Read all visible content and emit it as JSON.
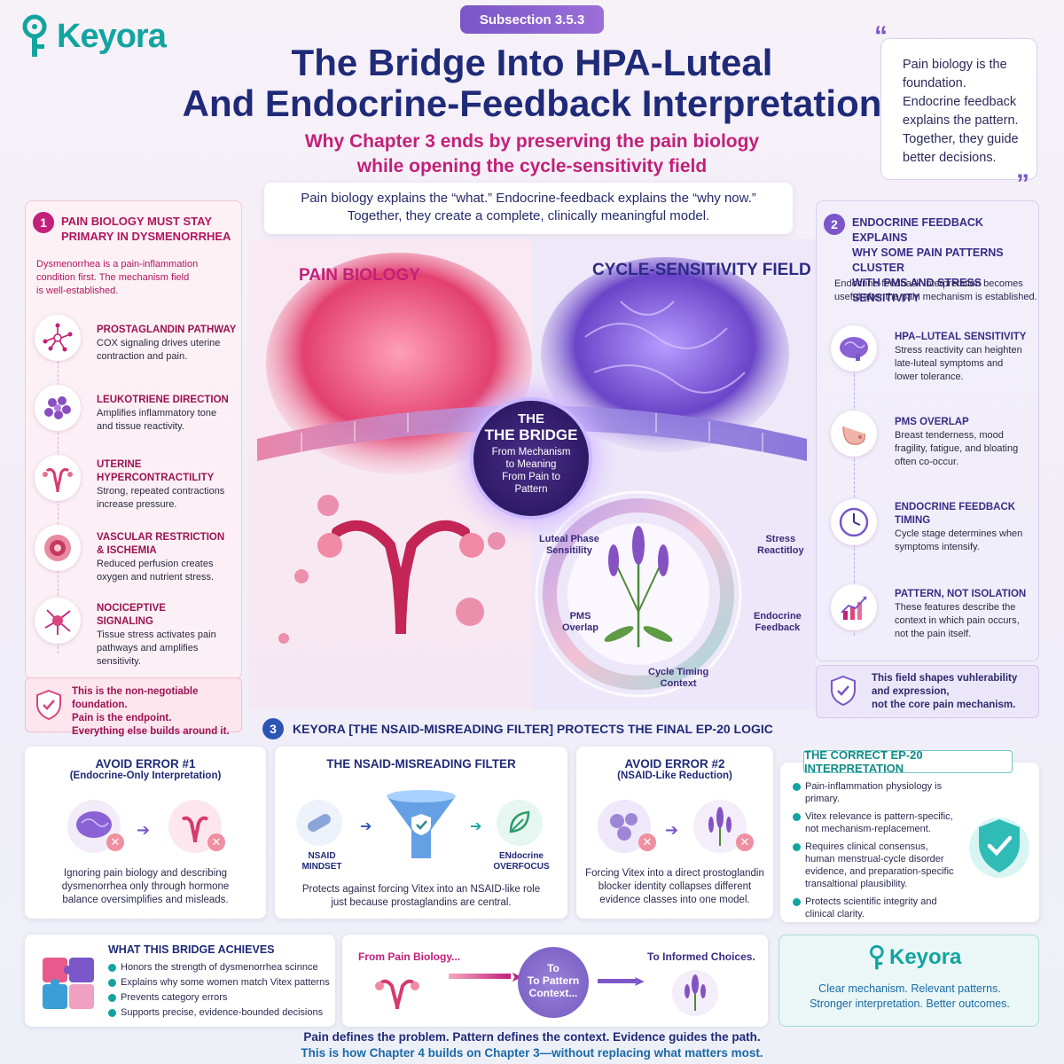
{
  "brand": {
    "name": "Keyora",
    "teal": "#12a4a0",
    "magenta": "#c2207a",
    "navy": "#1f2a78",
    "purple": "#7a56c8"
  },
  "header": {
    "subsection": "Subsection 3.5.3",
    "title_line1": "The Bridge Into HPA-Luteal",
    "title_line2": "And Endocrine-Feedback Interpretation",
    "subtitle_line1": "Why Chapter 3 ends by preserving the pain biology",
    "subtitle_line2": "while opening the cycle-sensitivity field",
    "intro_line1": "Pain biology explains the “what.” Endocrine-feedback explains the “why now.”",
    "intro_line2": "Together, they create a complete, clinically meaningful model."
  },
  "quote": {
    "lines": [
      "Pain biology is the",
      "foundation.",
      "Endocrine feedback",
      "explains the pattern.",
      "Together, they guide",
      "better decisions."
    ]
  },
  "left_panel": {
    "number": "1",
    "heading_line1": "PAIN BIOLOGY MUST STAY",
    "heading_line2": "PRIMARY IN DYSMENORRHEA",
    "desc_lines": [
      "Dysmenorrhea is a pain-inflammation",
      "condition first. The mechanism field",
      "is well-established."
    ],
    "items": [
      {
        "icon": "prostaglandin-icon",
        "title": "PROSTAGLANDIN PATHWAY",
        "title2": "",
        "text1": "COX signaling drives uterine",
        "text2": "contraction and pain.",
        "text3": ""
      },
      {
        "icon": "leukotriene-icon",
        "title": "LEUKOTRIENE DIRECTION",
        "title2": "",
        "text1": "Amplifies inflammatory tone",
        "text2": "and tissue reactivity.",
        "text3": ""
      },
      {
        "icon": "uterus-icon",
        "title": "UTERINE",
        "title2": "HYPERCONTRACTILITY",
        "text1": "Strong, repeated contractions",
        "text2": "increase pressure.",
        "text3": ""
      },
      {
        "icon": "vessel-icon",
        "title": "VASCULAR RESTRICTION",
        "title2": "& ISCHEMIA",
        "text1": "Reduced perfusion creates",
        "text2": "oxygen and nutrient stress.",
        "text3": ""
      },
      {
        "icon": "neuron-icon",
        "title": "NOCICEPTIVE",
        "title2": "SIGNALING",
        "text1": "Tissue stress activates pain",
        "text2": "pathways and amplifies",
        "text3": "sensitivity."
      }
    ],
    "foot_lines": [
      "This is the non-negotiable foundation.",
      "Pain is the endpoint.",
      "Everything else builds around it."
    ]
  },
  "right_panel": {
    "number": "2",
    "heading_line1": "ENDOCRINE FEEDBACK EXPLAINS",
    "heading_line2": "WHY SOME PAIN PATTERNS CLUSTER",
    "heading_line3": "WITH PMS AND STRESS SENSITIVITY",
    "desc_lines": [
      "Endocrine-feedback interpretation becomes",
      "useful after the pain mechanism is established."
    ],
    "items": [
      {
        "icon": "brain-icon",
        "title": "HPA–LUTEAL SENSITIVITY",
        "title2": "",
        "text1": "Stress reactivity can heighten",
        "text2": "late-luteal symptoms and",
        "text3": "lower tolerance."
      },
      {
        "icon": "breast-icon",
        "title": "PMS OVERLAP",
        "title2": "",
        "text1": "Breast tenderness, mood",
        "text2": "fragility, fatigue, and bloating",
        "text3": "often co-occur."
      },
      {
        "icon": "clock-icon",
        "title": "ENDOCRINE FEEDBACK",
        "title2": "TIMING",
        "text1": "Cycle stage determines when",
        "text2": "symptoms intensify.",
        "text3": ""
      },
      {
        "icon": "chart-icon",
        "title": "PATTERN, NOT ISOLATION",
        "title2": "",
        "text1": "These features describe the",
        "text2": "context in which pain occurs,",
        "text3": "not the pain itself."
      }
    ],
    "foot_lines": [
      "This field shapes vuhlerability",
      "and expression,",
      "not the core pain mechanism."
    ]
  },
  "center": {
    "pain_title": "PAIN BIOLOGY",
    "cycle_title": "CYCLE-SENSITIVITY FIELD",
    "bridge_the": "THE",
    "bridge_title": "THE BRIDGE",
    "bridge_lines": [
      "From Mechanism",
      "to Meaning",
      "From Pain to",
      "Pattern"
    ],
    "cycle_labels": {
      "luteal": [
        "Luteal Phase",
        "Sensitility"
      ],
      "stress": [
        "Stress",
        "Reactitloy"
      ],
      "pms": [
        "PMS",
        "Overlap"
      ],
      "endocrine": [
        "Endocrine",
        "Feedback"
      ],
      "timing": [
        "Cycle Timing",
        "Context"
      ]
    }
  },
  "section3": {
    "number": "3",
    "heading": "KEYORA [THE NSAID-MISREADING FILTER] PROTECTS THE FINAL EP-20 LOGIC",
    "error1": {
      "title": "AVOID ERROR #1",
      "sub": "(Endocrine-Only Interpretation)",
      "text_lines": [
        "Ignoring pain biology and describing",
        "dysmenorrhea only through hormone",
        "balance oversimplifies and misleads."
      ]
    },
    "filter": {
      "title": "THE NSAID-MISREADING FILTER",
      "left_label": [
        "NSAID",
        "MINDSET"
      ],
      "right_label": [
        "ENdocrine",
        "OVERFOCUS"
      ],
      "text_lines": [
        "Protects against forcing Vitex into an NSAID-like role",
        "just because prostaglandins are central."
      ]
    },
    "error2": {
      "title": "AVOID ERROR #2",
      "sub": "(NSAID-Like Reduction)",
      "text_lines": [
        "Forcing Vitex into a direct prostoglandin",
        "blocker identity collapses different",
        "evidence classes into one model."
      ]
    },
    "correct": {
      "title": "THE CORRECT EP-20 INTERPRETATION",
      "bullets": [
        [
          "Pain-inflammation physiology is primary."
        ],
        [
          "Vitex relevance is pattern-specific,",
          "not mechanism-replacement."
        ],
        [
          "Requires clinical consensus,",
          "human menstrual-cycle disorder",
          "evidence, and preparation-specific",
          "transaltional plausibility."
        ],
        [
          "Protects scientific integrity and",
          "clinical clarity."
        ]
      ]
    }
  },
  "bottom": {
    "achieve": {
      "title": "WHAT THIS BRIDGE ACHIEVES",
      "items": [
        "Honors the strength of dysmenorrhea scinnce",
        "Explains why some women match Vitex patterns",
        "Prevents category errors",
        "Supports precise, evidence-bounded decisions"
      ]
    },
    "flow": {
      "from": "From Pain Biology...",
      "to_lines": [
        "To",
        "To Pattern",
        "Context..."
      ],
      "end": "To Informed Choices."
    },
    "brand_box": {
      "logo": "Keyora",
      "line1": "Clear mechanism. Relevant patterns.",
      "line2": "Stronger interpretation. Better outcomes."
    },
    "final_line1": "Pain defines the problem. Pattern defines the context. Evidence guides the path.",
    "final_line2": "This is how Chapter 4 builds on Chapter 3—without replacing what matters most."
  }
}
